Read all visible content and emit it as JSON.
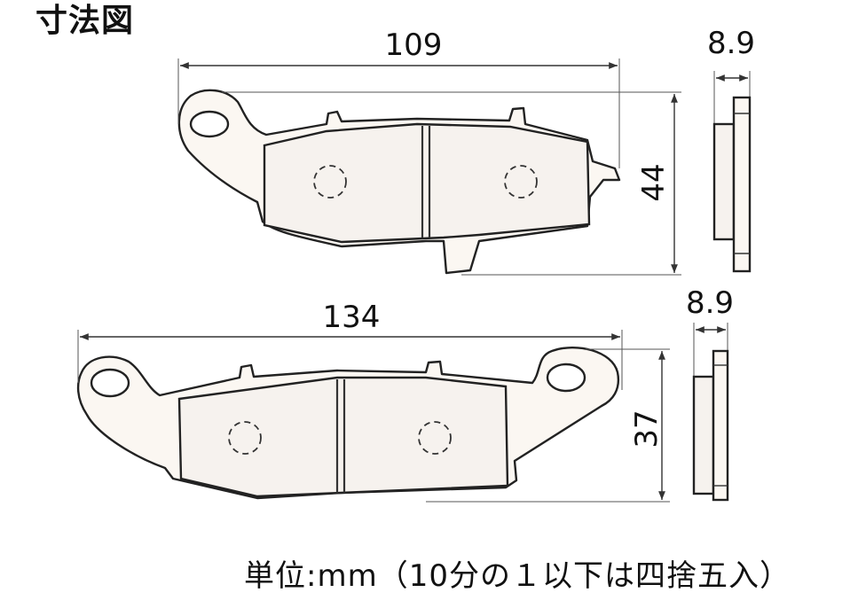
{
  "title": "寸法図",
  "note": "単位:mm（10分の１以下は四捨五入）",
  "pad_top": {
    "width": "109",
    "height": "44",
    "thickness": "8.9"
  },
  "pad_bottom": {
    "width": "134",
    "height": "37",
    "thickness": "8.9"
  }
}
